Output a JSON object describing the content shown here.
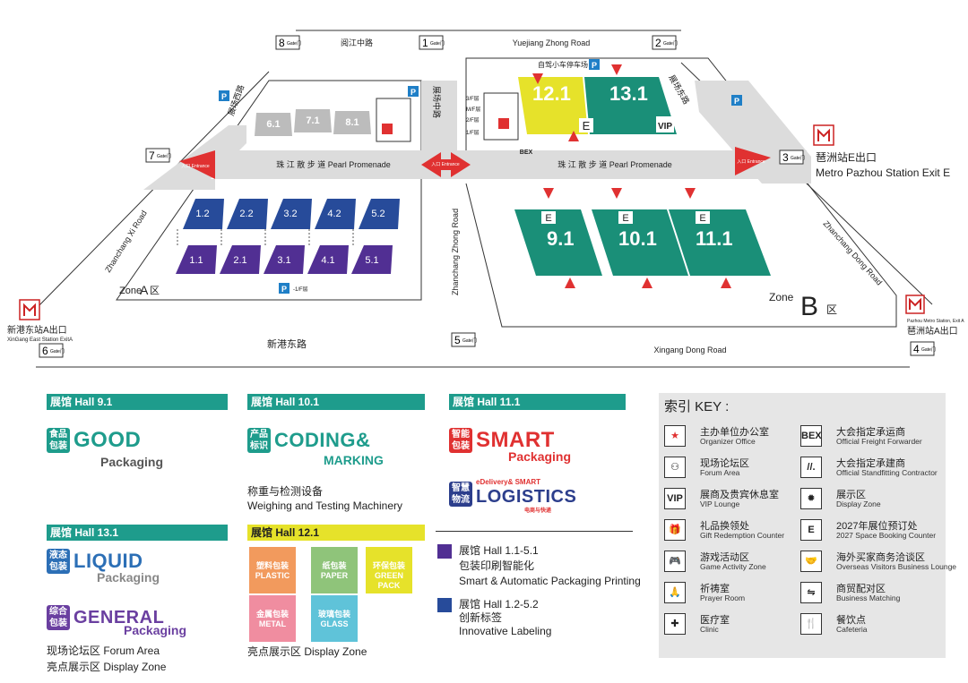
{
  "map": {
    "roads": {
      "north_left": "阅江中路",
      "north_right": "Yuejiang Zhong Road",
      "south_left": "新港东路",
      "south_right": "Xingang Dong Road",
      "west": "Zhanchang Xi Road",
      "east": "Zhanchang Dong Road",
      "middle": "Zhanchang Zhong Road",
      "ne_road": "展场东路",
      "nw_road": "展场西路",
      "mid_road_zh": "展场中路"
    },
    "gates": [
      {
        "num": "8",
        "label": "Gate门"
      },
      {
        "num": "1",
        "label": "Gate门"
      },
      {
        "num": "2",
        "label": "Gate门"
      },
      {
        "num": "7",
        "label": "Gate门"
      },
      {
        "num": "3",
        "label": "Gate门"
      },
      {
        "num": "6",
        "label": "Gate门"
      },
      {
        "num": "5",
        "label": "Gate门"
      },
      {
        "num": "4",
        "label": "Gate门"
      }
    ],
    "promenade_left": "珠 江 散 步 道 Pearl Promenade",
    "promenade_right": "珠 江 散 步 道 Pearl Promenade",
    "entrance_label": "入口 Entrance",
    "parking_label": "自驾小车停车场",
    "parking_symbol": "P",
    "floors": [
      "3/F层",
      "M/F层",
      "2/F层",
      "1/F层"
    ],
    "floor_note": "-1/F层",
    "bex": "BEX",
    "zone_a": {
      "prefix": "Zone",
      "letter": "A",
      "suffix": "区"
    },
    "zone_b": {
      "prefix": "Zone",
      "letter": "B",
      "suffix": "区"
    },
    "station_west": {
      "zh": "新港东站A出口",
      "en": "XinGang East Station ExitA"
    },
    "station_east_top": {
      "zh": "琶洲站E出口",
      "en": "Metro Pazhou Station Exit E"
    },
    "station_east_bottom": {
      "zh": "琶洲站A出口",
      "en": "Pazhou Metro Station, Exit A"
    },
    "halls_zone_a_top": [
      "6.1",
      "7.1",
      "8.1"
    ],
    "halls_blue": [
      "1.2",
      "2.2",
      "3.2",
      "4.2",
      "5.2"
    ],
    "halls_purple": [
      "1.1",
      "2.1",
      "3.1",
      "4.1",
      "5.1"
    ],
    "halls_b_top": [
      "12.1",
      "13.1"
    ],
    "halls_b_bottom": [
      "9.1",
      "10.1",
      "11.1"
    ],
    "e_mark": "E",
    "vip": "VIP"
  },
  "colors": {
    "hall_green": "#1e9c8c",
    "hall_teal": "#1a8f78",
    "hall_yellow": "#e6e22a",
    "hall_blue": "#274b9a",
    "hall_purple": "#512f93",
    "grey_hall": "#bcbcbc",
    "walkway": "#dcdcdc",
    "arrow_red": "#e03131",
    "key_bg": "#e6e6e6",
    "parking_blue": "#1f7fc7"
  },
  "legend": {
    "hall_91": {
      "title": "展馆 Hall 9.1",
      "badge_zh": "食品包装",
      "brand": "GOOD",
      "brand_sub": "Packaging"
    },
    "hall_101": {
      "title": "展馆 Hall 10.1",
      "badge_zh": "产品标识",
      "brand": "CODING&",
      "brand_sub": "MARKING",
      "caption_zh": "称重与检测设备",
      "caption_en": "Weighing and Testing Machinery"
    },
    "hall_111": {
      "title": "展馆 Hall 11.1",
      "badge_zh": "智能包装",
      "brand": "SMART",
      "brand_sub": "Packaging",
      "badge2_zh": "智慧物流",
      "brand2_pre": "eDelivery& SMART",
      "brand2": "LOGISTICS",
      "brand2_sub": "电商与快递"
    },
    "hall_131": {
      "title": "展馆 Hall 13.1",
      "badge_zh": "液态包装",
      "brand": "LIQUID",
      "brand_sub": "Packaging",
      "badge2_zh": "综合包装",
      "brand2": "GENERAL",
      "brand2_sub": "Packaging",
      "caption1": "现场论坛区  Forum Area",
      "caption2": "亮点展示区  Display Zone"
    },
    "hall_121": {
      "title": "展馆 Hall 12.1",
      "tiles": [
        {
          "zh": "塑料包装",
          "en": "PLASTIC",
          "color": "#f29a5d"
        },
        {
          "zh": "纸包装",
          "en": "PAPER",
          "color": "#8fc47a"
        },
        {
          "zh": "环保包装",
          "en": "GREEN PACK",
          "color": "#e6e22a"
        },
        {
          "zh": "金属包装",
          "en": "METAL",
          "color": "#f08da0"
        },
        {
          "zh": "玻璃包装",
          "en": "GLASS",
          "color": "#5fc3d9"
        }
      ],
      "caption": "亮点展示区  Display Zone"
    },
    "hall_purple": {
      "title": "展馆 Hall 1.1-5.1",
      "zh": "包装印刷智能化",
      "en": "Smart & Automatic Packaging Printing"
    },
    "hall_blue": {
      "title": "展馆 Hall 1.2-5.2",
      "zh": "创新标签",
      "en": "Innovative Labeling"
    }
  },
  "key": {
    "title": "索引 KEY :",
    "items": [
      {
        "icon": "★",
        "zh": "主办单位办公室",
        "en": "Organizer Office"
      },
      {
        "icon": "BEX",
        "zh": "大会指定承运商",
        "en": "Official Freight Forwarder"
      },
      {
        "icon": "⚇",
        "zh": "现场论坛区",
        "en": "Forum Area"
      },
      {
        "icon": "//.",
        "zh": "大会指定承建商",
        "en": "Official Standfitting Contractor"
      },
      {
        "icon": "VIP",
        "zh": "展商及贵宾休息室",
        "en": "VIP Lounge"
      },
      {
        "icon": "✹",
        "zh": "展示区",
        "en": "Display Zone"
      },
      {
        "icon": "🎁",
        "zh": "礼品换领处",
        "en": "Gift Redemption Counter"
      },
      {
        "icon": "E",
        "zh": "2027年展位预订处",
        "en": "2027 Space Booking Counter"
      },
      {
        "icon": "🎮",
        "zh": "游戏活动区",
        "en": "Game Activity Zone"
      },
      {
        "icon": "🤝",
        "zh": "海外买家商务洽谈区",
        "en": "Overseas Visitors  Business Lounge"
      },
      {
        "icon": "🙏",
        "zh": "祈祷室",
        "en": "Prayer Room"
      },
      {
        "icon": "⇋",
        "zh": "商贸配对区",
        "en": "Business Matching"
      },
      {
        "icon": "✚",
        "zh": "医疗室",
        "en": "Clinic"
      },
      {
        "icon": "🍴",
        "zh": "餐饮点",
        "en": "Cafeteria"
      }
    ]
  }
}
